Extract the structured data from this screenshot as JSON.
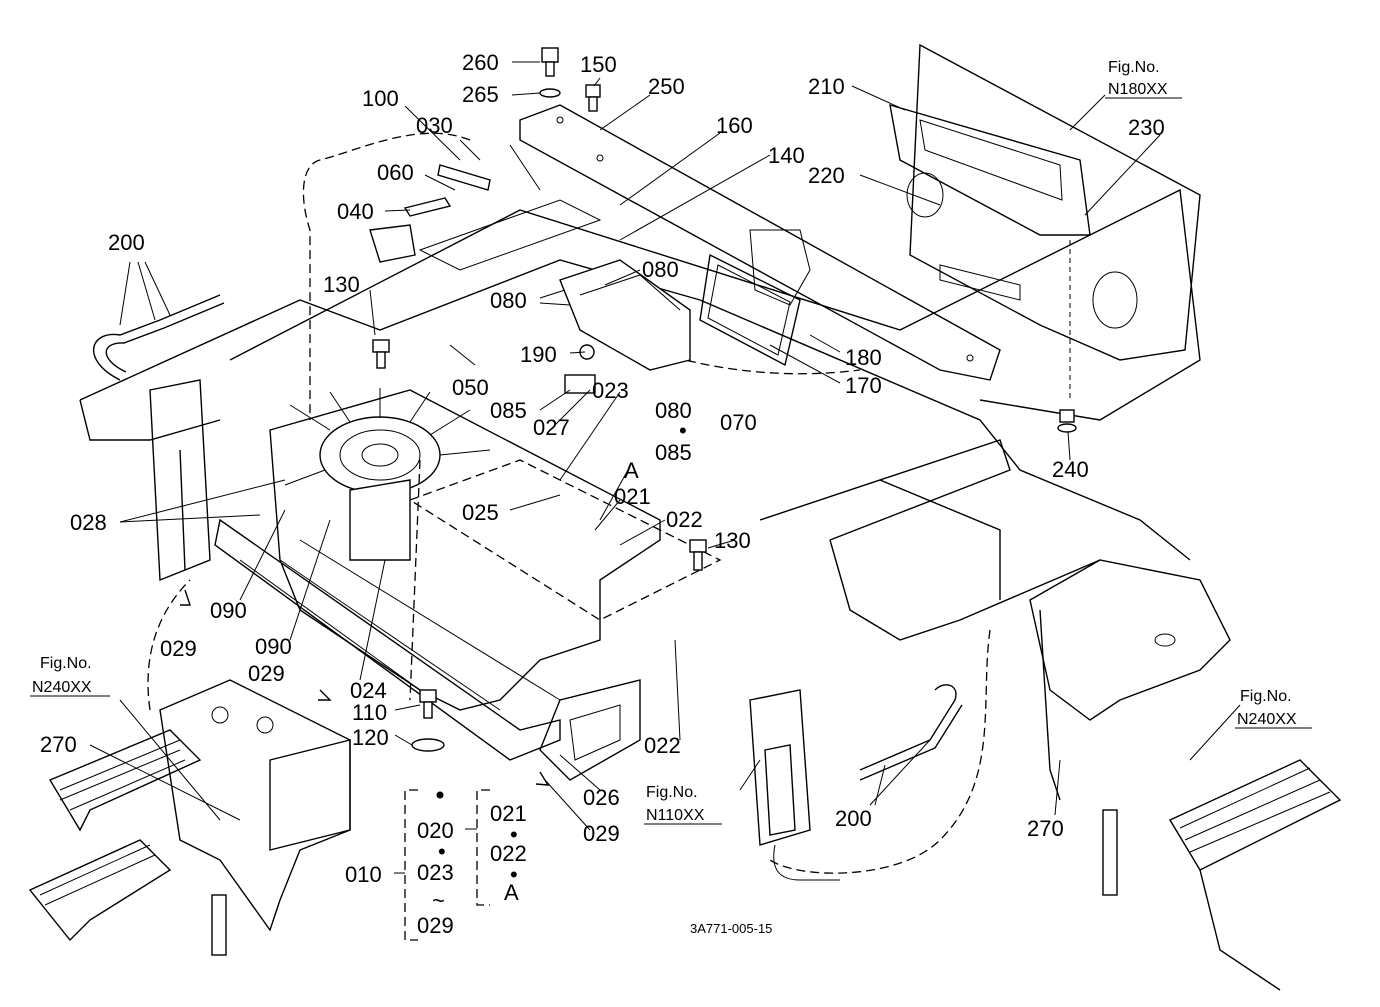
{
  "diagram": {
    "code": "3A771-005-15",
    "figure_refs": [
      {
        "line1": "Fig.No.",
        "line2": "N180XX"
      },
      {
        "line1": "Fig.No.",
        "line2": "N240XX"
      },
      {
        "line1": "Fig.No.",
        "line2": "N240XX"
      },
      {
        "line1": "Fig.No.",
        "line2": "N110XX"
      }
    ],
    "callouts": [
      "260",
      "265",
      "150",
      "250",
      "210",
      "230",
      "220",
      "160",
      "140",
      "100",
      "030",
      "060",
      "040",
      "200",
      "080",
      "080",
      "130",
      "190",
      "180",
      "170",
      "050",
      "085",
      "027",
      "023",
      "080",
      "085",
      "070",
      "240",
      "A",
      "021",
      "025",
      "022",
      "028",
      "130",
      "090",
      "090",
      "029",
      "029",
      "024",
      "110",
      "120",
      "022",
      "026",
      "029",
      "200",
      "270",
      "270",
      "020",
      "021",
      "022",
      "A",
      "010",
      "023",
      "029"
    ],
    "ranges": {
      "tilde": "~",
      "dot": "•"
    }
  }
}
